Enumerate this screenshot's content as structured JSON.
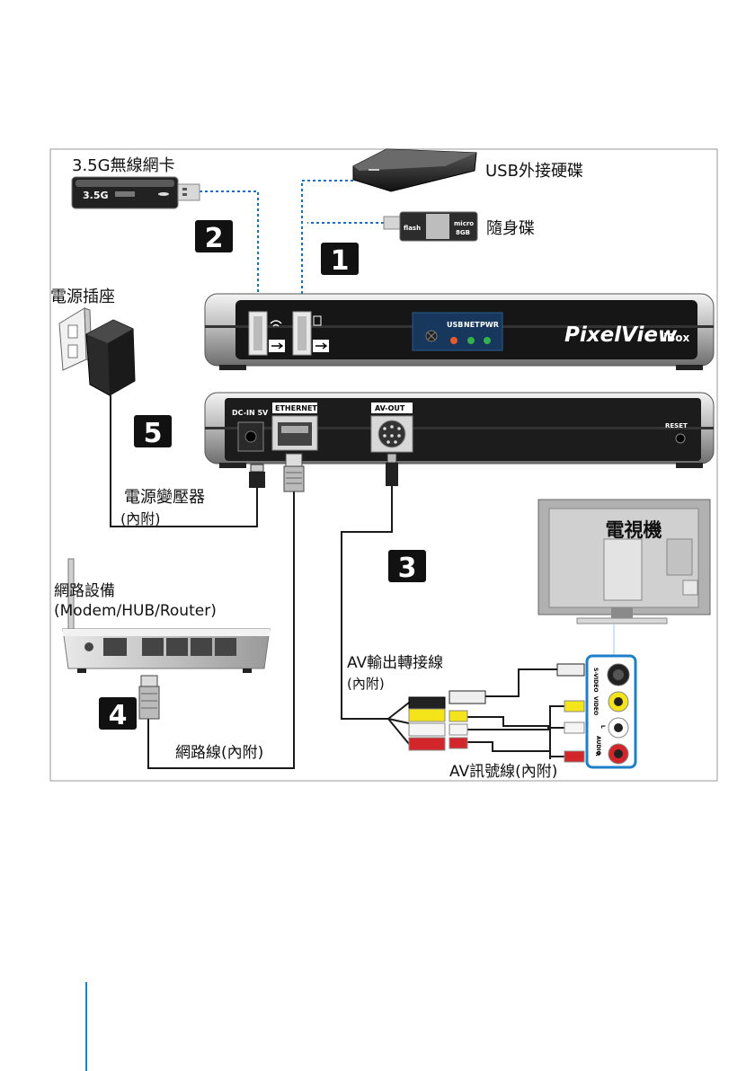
{
  "labels": {
    "modem_card": "3.5G無線網卡",
    "usb_hdd": "USB外接硬碟",
    "flash_drive": "隨身碟",
    "power_outlet": "電源插座",
    "adapter": "電源變壓器",
    "adapter_note": "(內附)",
    "tv": "電視機",
    "network_device": "網路設備",
    "network_device_sub": "(Modem/HUB/Router)",
    "av_cable": "AV輸出轉接線",
    "av_cable_note": "(內附)",
    "lan_cable": "網路線(內附)",
    "av_signal_cable": "AV訊號線(內附)"
  },
  "steps": [
    "1",
    "2",
    "3",
    "4",
    "5"
  ],
  "device": {
    "brand": "PixelView",
    "model": "iBox",
    "leds": [
      "USB",
      "NET",
      "PWR"
    ],
    "rear_ports": [
      "DC-IN 5V",
      "ETHERNET",
      "AV-OUT",
      "RESET"
    ]
  },
  "gadgets": {
    "modem_text": "3.5G",
    "flash_text": "flash",
    "flash_micro": "micro",
    "flash_size": "8GB"
  },
  "tv_panel": [
    "S-VIDEO",
    "VIDEO",
    "L",
    "AUDIO",
    "R"
  ],
  "colors": {
    "dotted_link": "#1a6fc4",
    "box_body": "#1c1c1c",
    "tv_frame": "#a8a8a8",
    "tv_panel_border": "#1f7fc9"
  }
}
